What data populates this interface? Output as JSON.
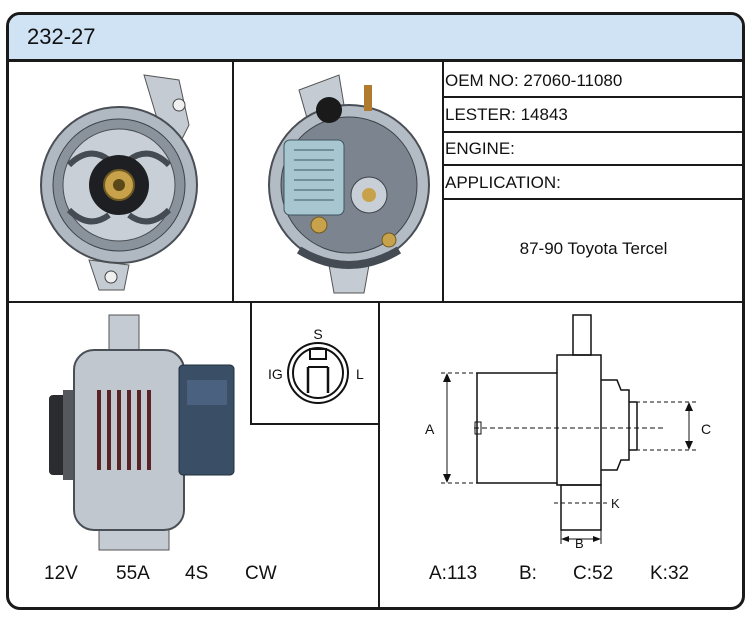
{
  "header": {
    "title": "232-27"
  },
  "info": {
    "oem": "OEM NO: 27060-11080",
    "lester": "LESTER: 14843",
    "engine": "ENGINE:",
    "application_label": "APPLICATION:",
    "application_value": "87-90 Toyota Tercel"
  },
  "plug": {
    "s": "S",
    "ig": "IG",
    "l": "L"
  },
  "specs": {
    "voltage": "12V",
    "amperage": "55A",
    "pulley": "4S",
    "rotation": "CW"
  },
  "drawing": {
    "labels": {
      "a": "A",
      "b": "B",
      "c": "C",
      "k": "K"
    },
    "values": {
      "a": "A:113",
      "b": "B:",
      "c": "C:52",
      "k": "K:32"
    }
  },
  "colors": {
    "header_bg": "#cfe3f5",
    "border": "#1a1a1a",
    "metal": "#b9c0c8",
    "regulator": "#3a4e66"
  }
}
